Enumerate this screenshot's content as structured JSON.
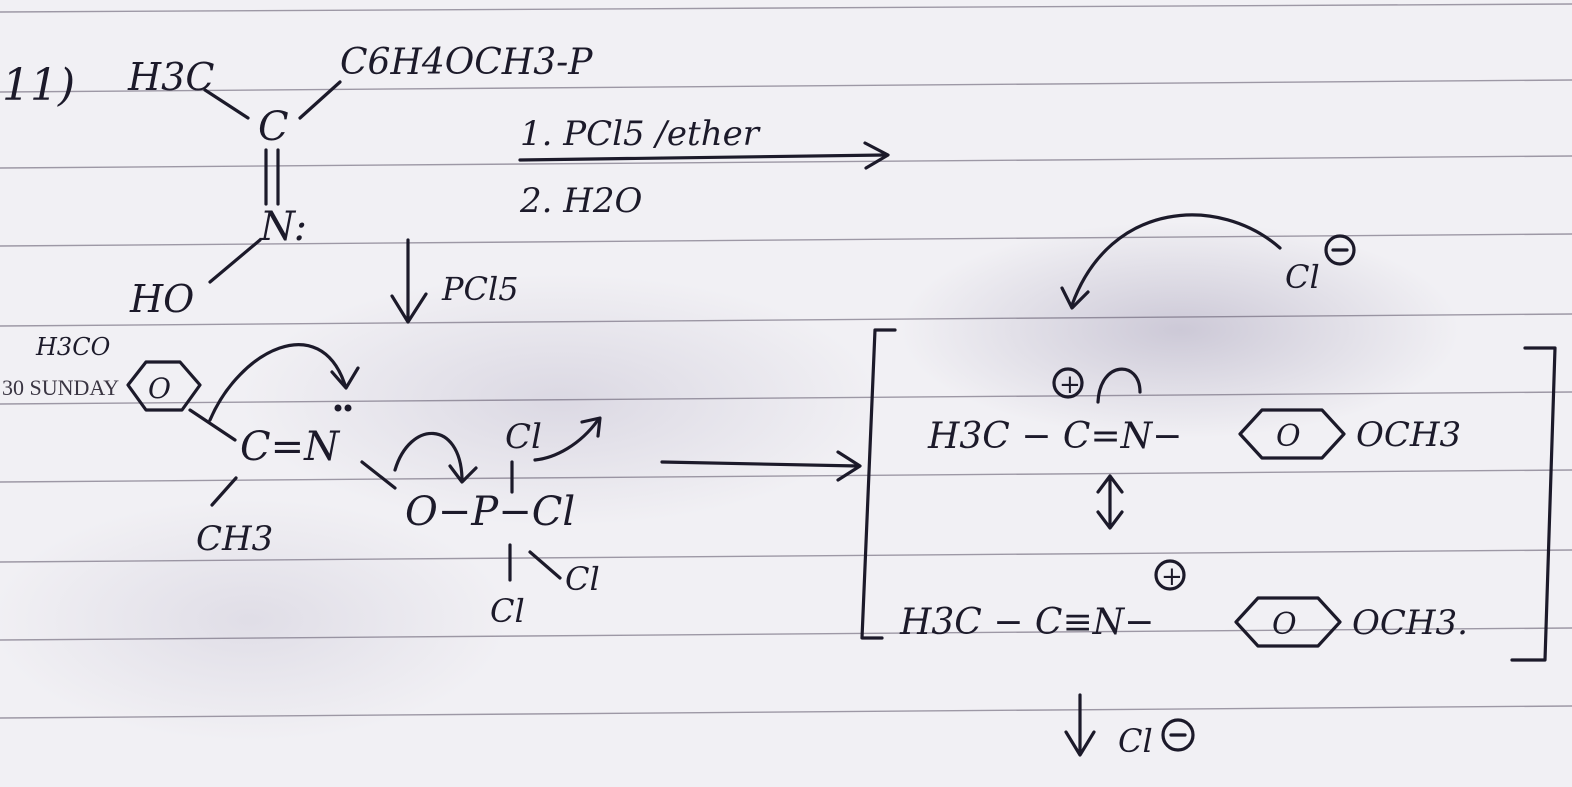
{
  "page": {
    "printed_day": "30 SUNDAY"
  },
  "notes": {
    "question_number": "11)",
    "reactant": {
      "left_group": "H3C",
      "right_group": "C6H4OCH3-P",
      "carbon": "C",
      "nitrogen": "N:",
      "hydroxyl": "HO"
    },
    "conditions": {
      "step1": "1. PCl5 /ether",
      "step2": "2. H2O"
    },
    "reagent_down": "PCl5",
    "intermediate": {
      "aryl_sub": "H3CO",
      "ring": "O",
      "imine": "C=N",
      "methyl": "CH3",
      "oxygen_p": "O−P−Cl",
      "cl_top": "Cl",
      "cl_bottom": "Cl",
      "cl_right": "Cl"
    },
    "chloride_top": "Cl",
    "resonance_1": {
      "charge": "+",
      "text": "H3C − C=N−",
      "ring": "O",
      "tail": "OCH3"
    },
    "resonance_2": {
      "charge": "+",
      "text": "H3C − C≡N−",
      "ring": "O",
      "tail": "OCH3."
    },
    "chloride_bottom": "Cl"
  },
  "colors": {
    "paper": "#f1f0f4",
    "ink": "#1c1a2a",
    "ruled_line": "#5a5266"
  }
}
